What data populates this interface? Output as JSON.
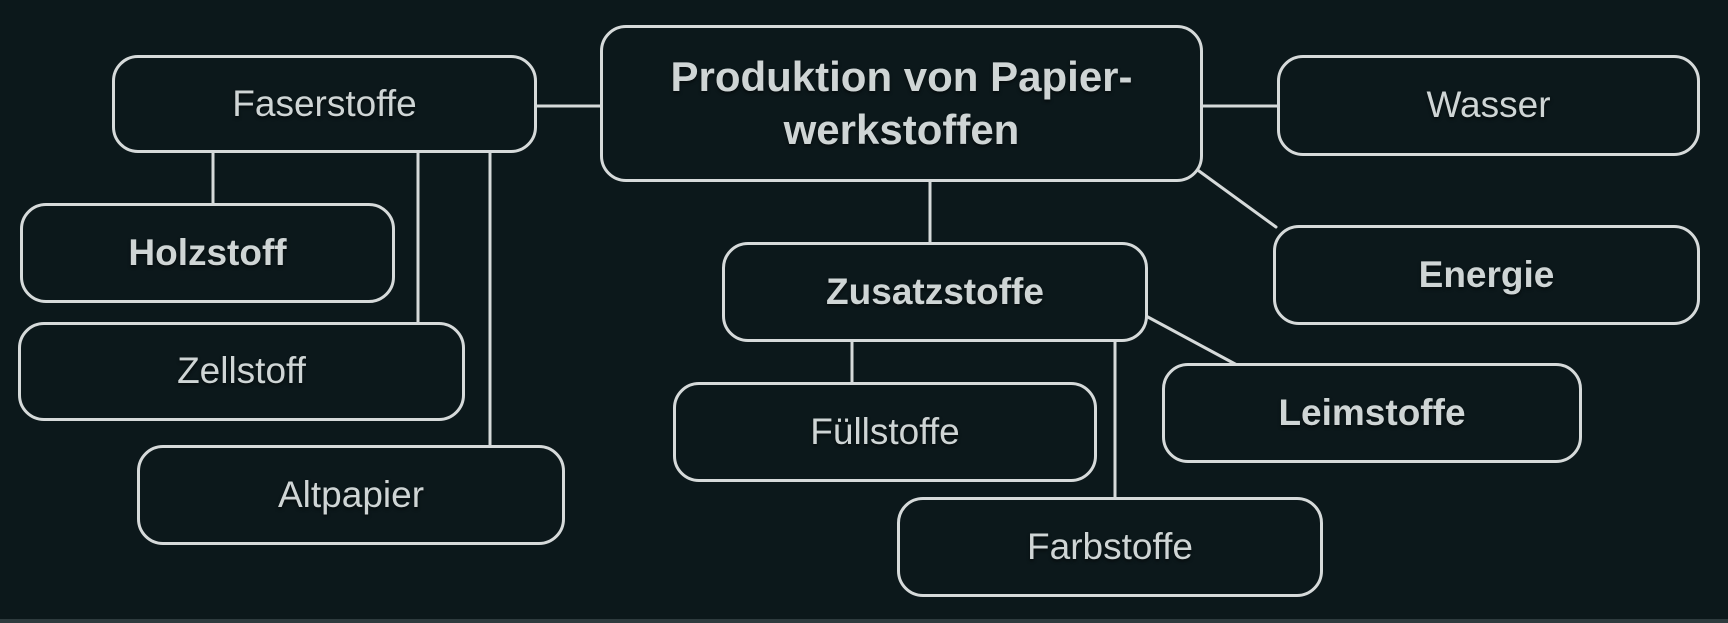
{
  "diagram": {
    "title": "Produktion von Papierwerkstoffen",
    "colors": {
      "background": "#0c181b",
      "stroke": "#d6dada",
      "text": "#cfd5d5"
    },
    "nodes": {
      "produktion": {
        "label_line1": "Produktion von Papier-",
        "label_line2": "werkstoffen",
        "emphasis": "bold"
      },
      "faserstoffe": {
        "label": "Faserstoffe",
        "emphasis": "regular"
      },
      "wasser": {
        "label": "Wasser",
        "emphasis": "regular"
      },
      "holzstoff": {
        "label": "Holzstoff",
        "emphasis": "bold"
      },
      "zellstoff": {
        "label": "Zellstoff",
        "emphasis": "regular"
      },
      "altpapier": {
        "label": "Altpapier",
        "emphasis": "regular"
      },
      "zusatzstoffe": {
        "label": "Zusatzstoffe",
        "emphasis": "bold"
      },
      "energie": {
        "label": "Energie",
        "emphasis": "bold"
      },
      "fuellstoffe": {
        "label": "Füllstoffe",
        "emphasis": "regular"
      },
      "leimstoffe": {
        "label": "Leimstoffe",
        "emphasis": "bold"
      },
      "farbstoffe": {
        "label": "Farbstoffe",
        "emphasis": "regular"
      }
    },
    "edges": [
      [
        "produktion",
        "faserstoffe"
      ],
      [
        "produktion",
        "wasser"
      ],
      [
        "produktion",
        "zusatzstoffe"
      ],
      [
        "produktion",
        "energie"
      ],
      [
        "faserstoffe",
        "holzstoff"
      ],
      [
        "faserstoffe",
        "zellstoff"
      ],
      [
        "faserstoffe",
        "altpapier"
      ],
      [
        "zusatzstoffe",
        "fuellstoffe"
      ],
      [
        "zusatzstoffe",
        "farbstoffe"
      ],
      [
        "zusatzstoffe",
        "leimstoffe"
      ]
    ]
  }
}
